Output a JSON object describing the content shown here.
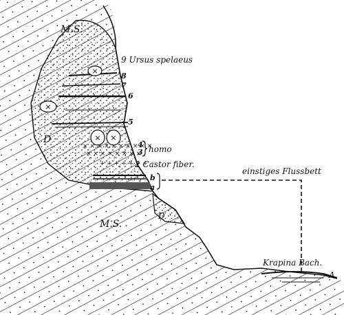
{
  "figure": {
    "labels": {
      "ms_top": "M.S.",
      "ms_bottom": "M.S.",
      "d_main": "D",
      "d_lower": "D",
      "ursus": "9 Ursus spelaeus",
      "layer8": "8",
      "layer7": "7",
      "layer6": "6",
      "layer5": "5",
      "layer4": "4",
      "layer3": "3",
      "homo": "homo",
      "castor": "2 Castor fiber.",
      "layer_b": "b",
      "layer_a": "a",
      "flussbett": "einstiges Flussbett",
      "krapina": "Krapina Bach.",
      "point_a": "A"
    }
  }
}
